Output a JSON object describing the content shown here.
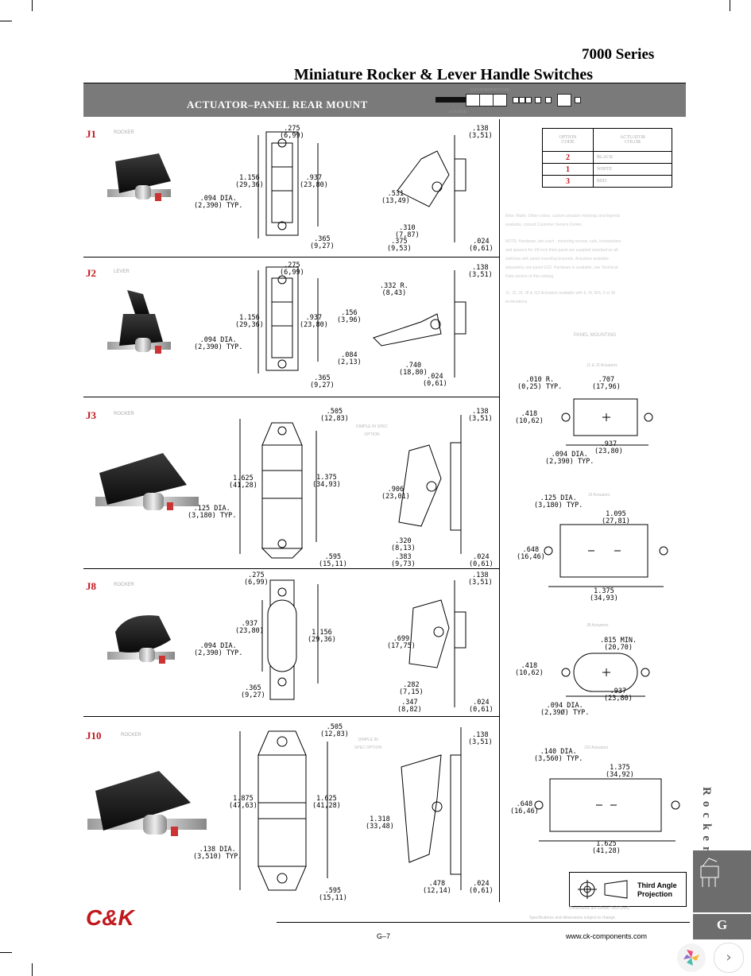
{
  "header": {
    "series": "7000 Series",
    "title": "Miniature Rocker & Lever Handle Switches",
    "banner": "ACTUATOR–PANEL REAR MOUNT",
    "code_label_top": "ACTUATOR/OPTION CODE",
    "code_label_bottom": "ACTUATOR"
  },
  "sections": [
    {
      "code": "J1",
      "sub": "ROCKER",
      "front": {
        "w": ".275\n(6,99)",
        "h1": "1.156\n(29,36)",
        "h2": ".937\n(23,80)",
        "dia": ".094 DIA.\n(2,390) TYP.",
        "bot": ".365\n(9,27)"
      },
      "side": {
        "t": ".138\n(3,51)",
        "a": ".531\n(13,49)",
        "b": ".310\n(7,87)",
        "c": ".375\n(9,53)",
        "d": ".024\n(0,61)"
      }
    },
    {
      "code": "J2",
      "sub": "LEVER",
      "front": {
        "w": ".275\n(6,99)",
        "h1": "1.156\n(29,36)",
        "h2": ".937\n(23,80)",
        "dia": ".094 DIA.\n(2,390) TYP.",
        "bot": ".365\n(9,27)"
      },
      "side": {
        "t": ".138\n(3,51)",
        "r": ".332 R.\n(8,43)",
        "a": ".156\n(3,96)",
        "b": ".084\n(2,13)",
        "c": ".740\n(18,80)",
        "d": ".024\n(0,61)"
      }
    },
    {
      "code": "J3",
      "sub": "ROCKER",
      "front": {
        "w": ".505\n(12,83)",
        "h1": "1.625\n(41,28)",
        "h2": "1.375\n(34,93)",
        "dia": ".125 DIA.\n(3,180) TYP.",
        "bot": ".595\n(15,11)"
      },
      "side": {
        "t": ".138\n(3,51)",
        "n": "DIMPLE IN SPEC\nOPTION",
        "a": ".906\n(23,01)",
        "b": ".320\n(8,13)",
        "c": ".383\n(9,73)",
        "d": ".024\n(0,61)"
      }
    },
    {
      "code": "J8",
      "sub": "ROCKER",
      "front": {
        "w": ".275\n(6,99)",
        "h1": ".937\n(23,80)",
        "h2": "1.156\n(29,36)",
        "dia": ".094 DIA.\n(2,390) TYP.",
        "bot": ".365\n(9,27)"
      },
      "side": {
        "t": ".138\n(3,51)",
        "a": ".699\n(17,75)",
        "b": ".282\n(7,15)",
        "c": ".347\n(8,82)",
        "d": ".024\n(0,61)"
      }
    },
    {
      "code": "J10",
      "sub": "ROCKER",
      "front": {
        "w": ".505\n(12,83)",
        "h1": "1.875\n(47,63)",
        "h2": "1.625\n(41,28)",
        "dia": ".138 DIA.\n(3,510) TYP.",
        "bot": ".595\n(15,11)"
      },
      "side": {
        "t": ".138\n(3,51)",
        "n": "DIMPLE IN\nSPEC OPTION",
        "a": "1.318\n(33,48)",
        "c": ".478\n(12,14)",
        "d": ".024\n(0,61)"
      }
    }
  ],
  "options": {
    "head_code": "OPTION\nCODE",
    "head_color": "ACTUATOR\nCOLOR",
    "rows": [
      {
        "code": "2",
        "color": "BLACK"
      },
      {
        "code": "1",
        "color": "WHITE"
      },
      {
        "code": "3",
        "color": "RED"
      }
    ]
  },
  "notes": [
    "Note: Matte. Other colors, custom actuator markings and legends available, consult Customer Service Center.",
    "NOTE: Hardware, two each - mounting screws, nuts, lockwashers and spacers for 1/8 inch thick panel are supplied standard on all switches with panel mounting brackets. Actuators available separately, see panel G22. Hardware is available, see Technical Data section of this catalog.",
    "J1, J2, J3, J8 & J10 Actuators available with 6, W, N/S, 9 or 35 terminations."
  ],
  "panel_mounting": {
    "title": "PANEL MOUNTING",
    "groups": [
      {
        "caption": "J1 & J2 Actuators",
        "r": ".010 R.\n(0,25) TYP.",
        "w": ".707\n(17,96)",
        "h": ".418\n(10,62)",
        "dia": ".094 DIA.\n(2,390) TYP.",
        "span": ".937\n(23,80)"
      },
      {
        "caption": "J3 Actuators",
        "dia": ".125 DIA.\n(3,180) TYP.",
        "w": "1.095\n(27,81)",
        "h": ".648\n(16,46)",
        "span": "1.375\n(34,93)"
      },
      {
        "caption": "J8 Actuators",
        "w": ".815 MIN.\n(20,70)",
        "h": ".418\n(10,62)",
        "span": ".937\n(23,80)",
        "dia": ".094 DIA.\n(2,39Ø) TYP."
      },
      {
        "caption": "J10 Actuators",
        "dia": ".140 DIA.\n(3,560) TYP.",
        "w": "1.375\n(34,92)",
        "h": ".648\n(16,46)",
        "span": "1.625\n(41,28)"
      }
    ]
  },
  "third_angle": "Third Angle\nProjection",
  "footer": {
    "note1": "Dimensions are shown: Inch (mm)",
    "note2": "Specifications and dimensions subject to change",
    "page": "G–7",
    "url": "www.ck-components.com",
    "logo": "C&K",
    "tab_letter": "G",
    "side_word": "Rocker"
  },
  "colors": {
    "accent_red": "#c0181c",
    "banner_gray": "#7a7a7a",
    "tab_gray": "#6d6d6d"
  }
}
